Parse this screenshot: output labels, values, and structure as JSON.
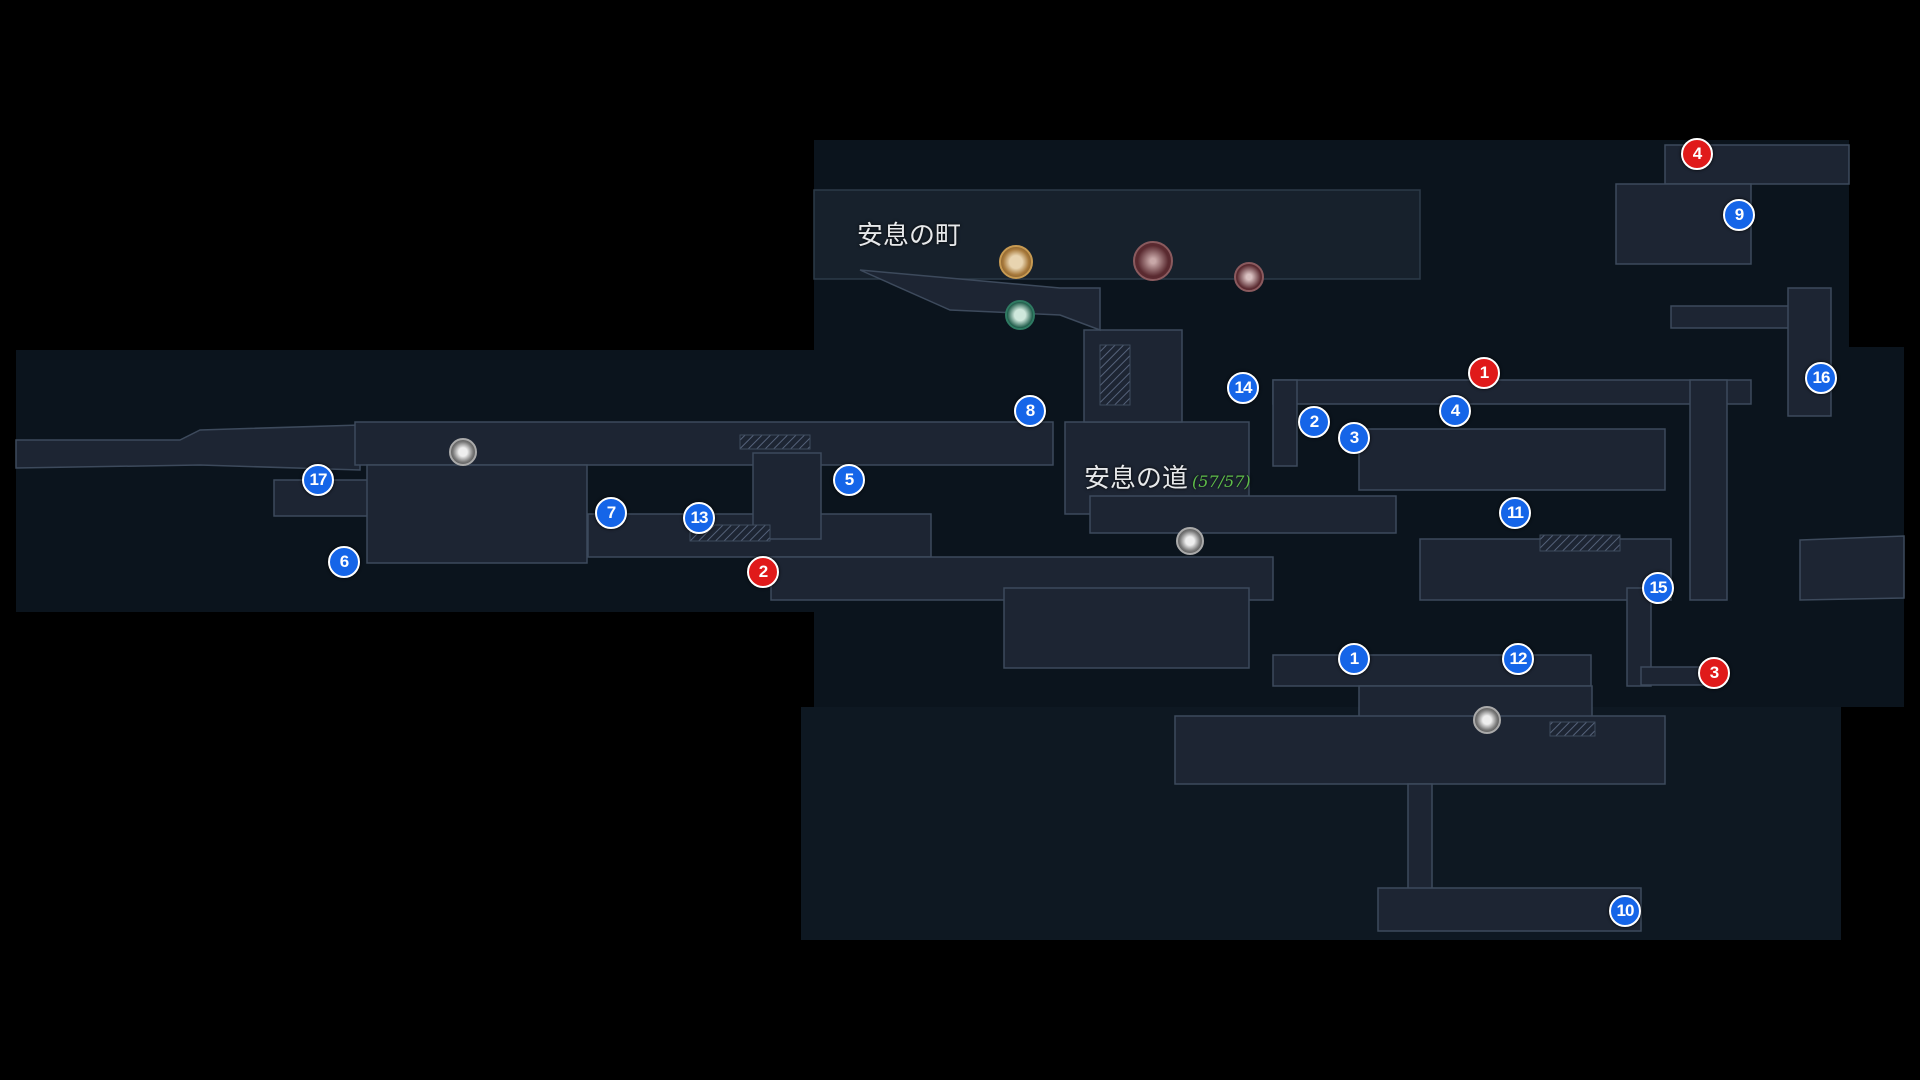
{
  "areas": {
    "town": {
      "name": "安息の町"
    },
    "road": {
      "name": "安息の道",
      "progress": "(57/57)"
    }
  },
  "colors": {
    "blue_marker": "#1565e8",
    "red_marker": "#e01a1a",
    "progress_text": "#5fbf4a"
  },
  "blue_markers": [
    "1",
    "2",
    "3",
    "4",
    "5",
    "6",
    "7",
    "8",
    "9",
    "10",
    "11",
    "12",
    "13",
    "14",
    "15",
    "16",
    "17"
  ],
  "red_markers": [
    "1",
    "2",
    "3",
    "4"
  ],
  "icons": {
    "town_gold": "compass-crest-icon",
    "town_green": "merchant-icon",
    "town_maroon_1": "creature-icon",
    "town_maroon_2": "flower-icon",
    "rest_point": "rest-point-icon"
  }
}
